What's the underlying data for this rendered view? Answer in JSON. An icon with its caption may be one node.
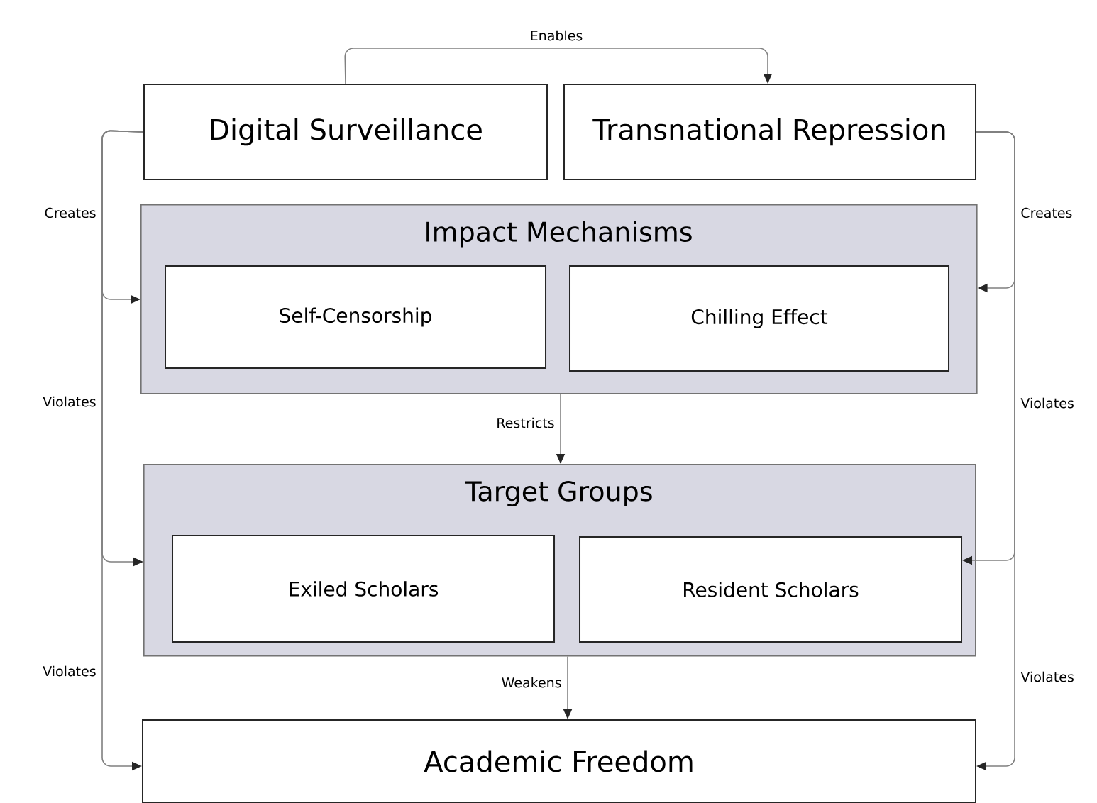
{
  "diagram": {
    "nodes": [
      {
        "text": [
          "Digital Surveillance"
        ]
      },
      {
        "text": [
          "Transnational Repression"
        ]
      },
      {
        "text": [
          "Impact Mechanisms"
        ]
      },
      {
        "text": [
          "Self-Censorship"
        ],
        "in": 2
      },
      {
        "text": [
          "Chilling Effect"
        ],
        "in": 2
      },
      {
        "text": [
          "Target Groups"
        ]
      },
      {
        "text": [
          "Exiled Scholars"
        ],
        "in": 5
      },
      {
        "text": [
          "Resident Scholars"
        ],
        "in": 5
      },
      {
        "text": [
          "Academic Freedom"
        ]
      }
    ],
    "edges": [
      {
        "from": 0,
        "to": 1,
        "arrow": "to",
        "label": "Enables"
      },
      {
        "from": 0,
        "to": 2,
        "arrow": "to",
        "label": "Creates"
      },
      {
        "from": 0,
        "to": 5,
        "arrow": "to",
        "label": "Violates"
      },
      {
        "from": 0,
        "to": 8,
        "arrow": "to",
        "label": "Violates"
      },
      {
        "from": 1,
        "to": 2,
        "arrow": "to",
        "label": "Creates"
      },
      {
        "from": 1,
        "to": 7,
        "arrow": "to",
        "label": "Violates"
      },
      {
        "from": 1,
        "to": 8,
        "arrow": "to",
        "label": "Violates"
      },
      {
        "from": 2,
        "to": 5,
        "arrow": "to",
        "label": "Restricts"
      },
      {
        "from": 5,
        "to": 8,
        "arrow": "to",
        "label": "Weakens"
      }
    ]
  }
}
